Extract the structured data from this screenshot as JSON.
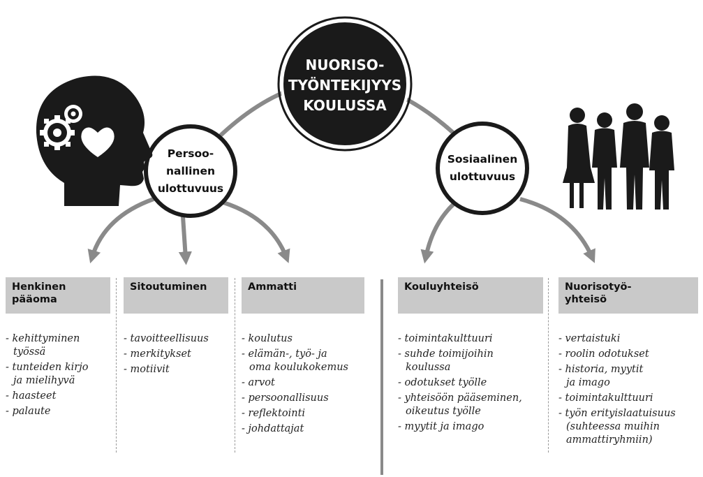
{
  "main_title": {
    "line1": "NUORISO-",
    "line2": "TYÖNTEKIJYYS",
    "line3": "KOULUSSA"
  },
  "left_dimension": "Persoo-\nnallinen\nulottuvuus",
  "right_dimension": "Sosiaalinen\nulottuvuus",
  "columns": [
    {
      "header": "Henkinen\npääoma",
      "items": [
        "- kehittyminen\n  työssä",
        "- tunteiden kirjo\n  ja mielihyvä",
        "- haasteet",
        "- palaute"
      ]
    },
    {
      "header": "Sitoutuminen",
      "items": [
        "- tavoitteellisuus",
        "- merkitykset",
        "- motiivit"
      ]
    },
    {
      "header": "Ammatti",
      "items": [
        "- koulutus",
        "- elämän-, työ- ja\n  oma koulukokemus",
        "- arvot",
        "- persoonallisuus",
        "- reflektointi",
        "- johdattajat"
      ]
    },
    {
      "header": "Kouluyhteisö",
      "items": [
        "- toimintakulttuuri",
        "- suhde toimijoihin\n  koulussa",
        "- odotukset työlle",
        "- yhteisöön pääseminen,\n  oikeutus työlle",
        "- myytit ja imago"
      ]
    },
    {
      "header": "Nuorisotyö-\nyhteisö",
      "items": [
        "- vertaistuki",
        "- roolin odotukset",
        "- historia, myytit\n  ja imago",
        "- toimintakulttuuri",
        "- työn erityislaatuisuus\n  (suhteessa muihin\n  ammattiryhmiin)"
      ]
    }
  ],
  "icons": {
    "left": "head-with-gears-and-heart-icon",
    "right": "group-of-people-silhouette-icon"
  },
  "colors": {
    "circle_fill": "#1a1a1a",
    "arrow": "#8a8a8a",
    "header_bg": "#c9c9c9"
  }
}
